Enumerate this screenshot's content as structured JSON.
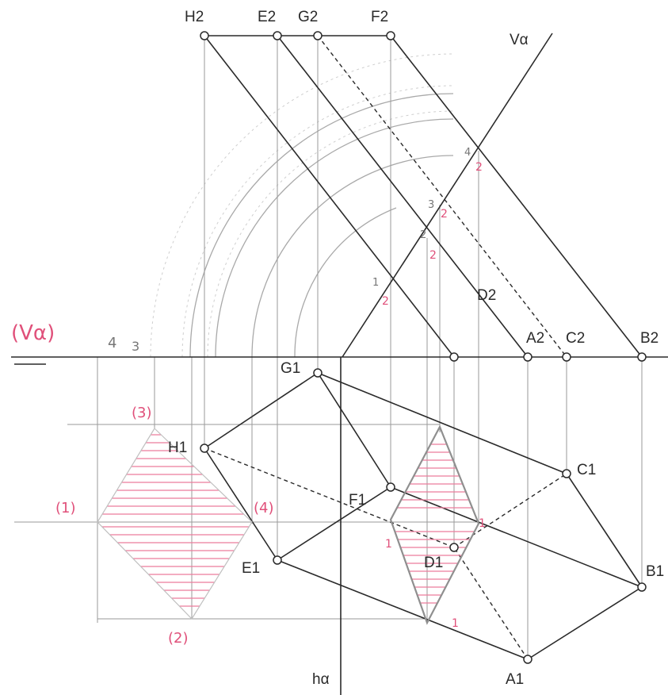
{
  "labels": {
    "H2": "H2",
    "E2": "E2",
    "G2": "G2",
    "F2": "F2",
    "V_alpha": "Vα",
    "D2": "D2",
    "A2": "A2",
    "C2": "C2",
    "B2": "B2",
    "G1": "G1",
    "H1": "H1",
    "F1": "F1",
    "C1": "C1",
    "D1": "D1",
    "E1": "E1",
    "B1": "B1",
    "A1": "A1",
    "h_alpha": "hα"
  },
  "handwritten": {
    "v_alpha_mark": "(Vα)",
    "true_shape_points": [
      "(1)",
      "(2)",
      "(3)",
      "(4)"
    ],
    "digits_on_v_alpha": [
      "1",
      "2",
      "3",
      "4"
    ],
    "digit_2": "2",
    "digit_1": "1",
    "axis_marks": [
      "4",
      "3"
    ]
  },
  "colors": {
    "ink": "#2a2a2a",
    "construction": "#9a9a9a",
    "hatch": "#ec7c9c"
  }
}
